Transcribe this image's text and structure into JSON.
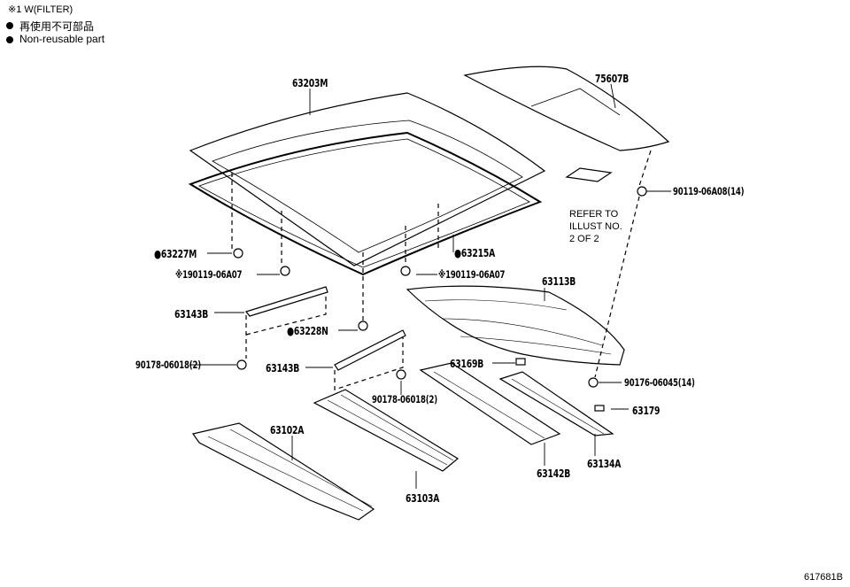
{
  "legend": {
    "filter_note": "※1 W(FILTER)",
    "non_reusable_jp": "再使用不可部品",
    "non_reusable_en": "Non-reusable part"
  },
  "parts": {
    "roof_panel": "63203M",
    "roof_molding": "75607B",
    "clip_90119_06A08": "90119-06A08(14)",
    "clip_63227M": "●63227M",
    "clip_63215A": "●63215A",
    "bolt_left": "※190119-06A07",
    "bolt_right": "※190119-06A07",
    "roof_panel_rear": "63113B",
    "stay_upper": "63143B",
    "clip_63228N": "●63228N",
    "nut_left": "90178-06018(2)",
    "stay_lower": "63143B",
    "clip_63169B": "63169B",
    "clip_90176": "90176-06045(14)",
    "nut_center": "90178-06018(2)",
    "part_63179": "63179",
    "reinf_front": "63102A",
    "reinf_rear_side": "63142B",
    "reinf_rear": "63134A",
    "reinf_center": "63103A"
  },
  "refer_note": [
    "REFER TO",
    "ILLUST NO.",
    "2 OF 2"
  ],
  "illustration_code": "617681B"
}
